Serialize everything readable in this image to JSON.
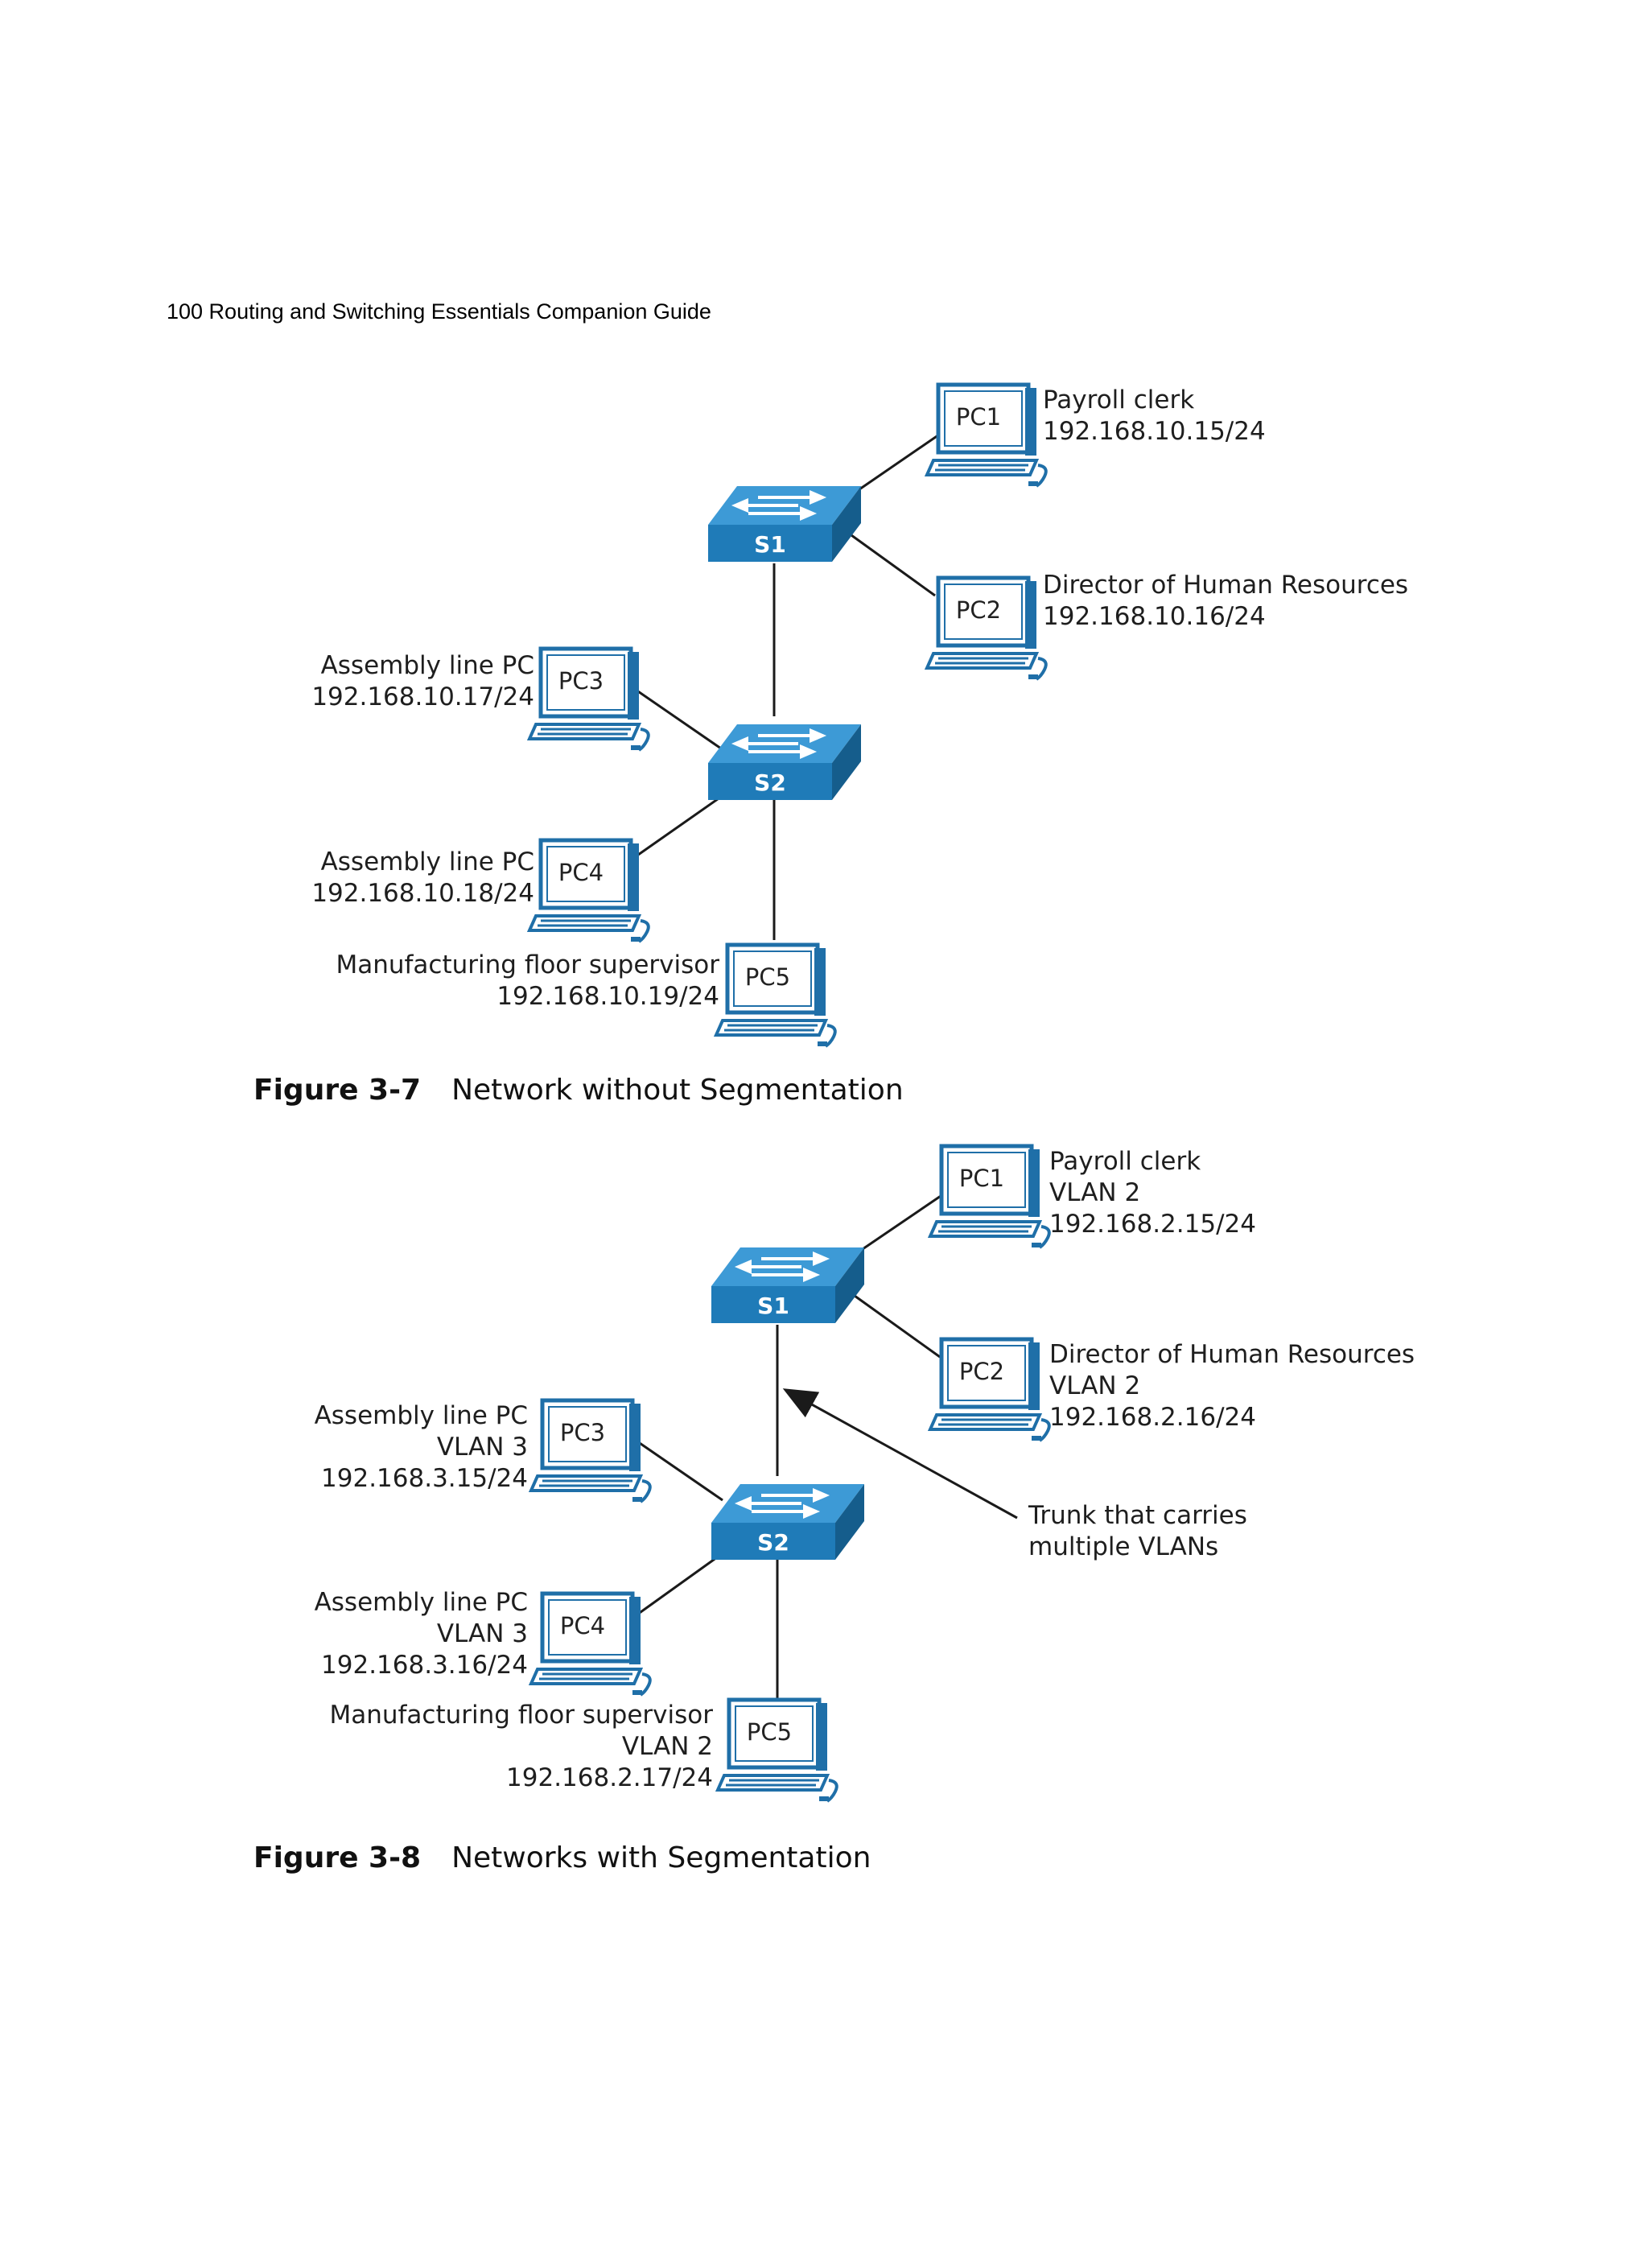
{
  "page_header": "100 Routing and Switching Essentials Companion Guide",
  "figures": [
    {
      "caption_number": "Figure 3-7",
      "caption_title": "Network without Segmentation",
      "switches": [
        "S1",
        "S2"
      ],
      "pcs": [
        {
          "id": "PC1",
          "lines": [
            "Payroll clerk",
            "192.168.10.15/24"
          ]
        },
        {
          "id": "PC2",
          "lines": [
            "Director of Human Resources",
            "192.168.10.16/24"
          ]
        },
        {
          "id": "PC3",
          "lines": [
            "Assembly line PC",
            "192.168.10.17/24"
          ]
        },
        {
          "id": "PC4",
          "lines": [
            "Assembly line PC",
            "192.168.10.18/24"
          ]
        },
        {
          "id": "PC5",
          "lines": [
            "Manufacturing floor supervisor",
            "192.168.10.19/24"
          ]
        }
      ]
    },
    {
      "caption_number": "Figure 3-8",
      "caption_title": "Networks with Segmentation",
      "switches": [
        "S1",
        "S2"
      ],
      "pcs": [
        {
          "id": "PC1",
          "lines": [
            "Payroll clerk",
            "VLAN 2",
            "192.168.2.15/24"
          ]
        },
        {
          "id": "PC2",
          "lines": [
            "Director of Human Resources",
            "VLAN 2",
            "192.168.2.16/24"
          ]
        },
        {
          "id": "PC3",
          "lines": [
            "Assembly line PC",
            "VLAN 3",
            "192.168.3.15/24"
          ]
        },
        {
          "id": "PC4",
          "lines": [
            "Assembly line PC",
            "VLAN 3",
            "192.168.3.16/24"
          ]
        },
        {
          "id": "PC5",
          "lines": [
            "Manufacturing floor supervisor",
            "VLAN 2",
            "192.168.2.17/24"
          ]
        }
      ],
      "trunk_annotation": [
        "Trunk that carries",
        "multiple VLANs"
      ]
    }
  ],
  "colors": {
    "switch_front": "#1f7bb8",
    "switch_top": "#3d9ad6",
    "switch_side": "#155d8c",
    "link": "#1a1a1a"
  }
}
